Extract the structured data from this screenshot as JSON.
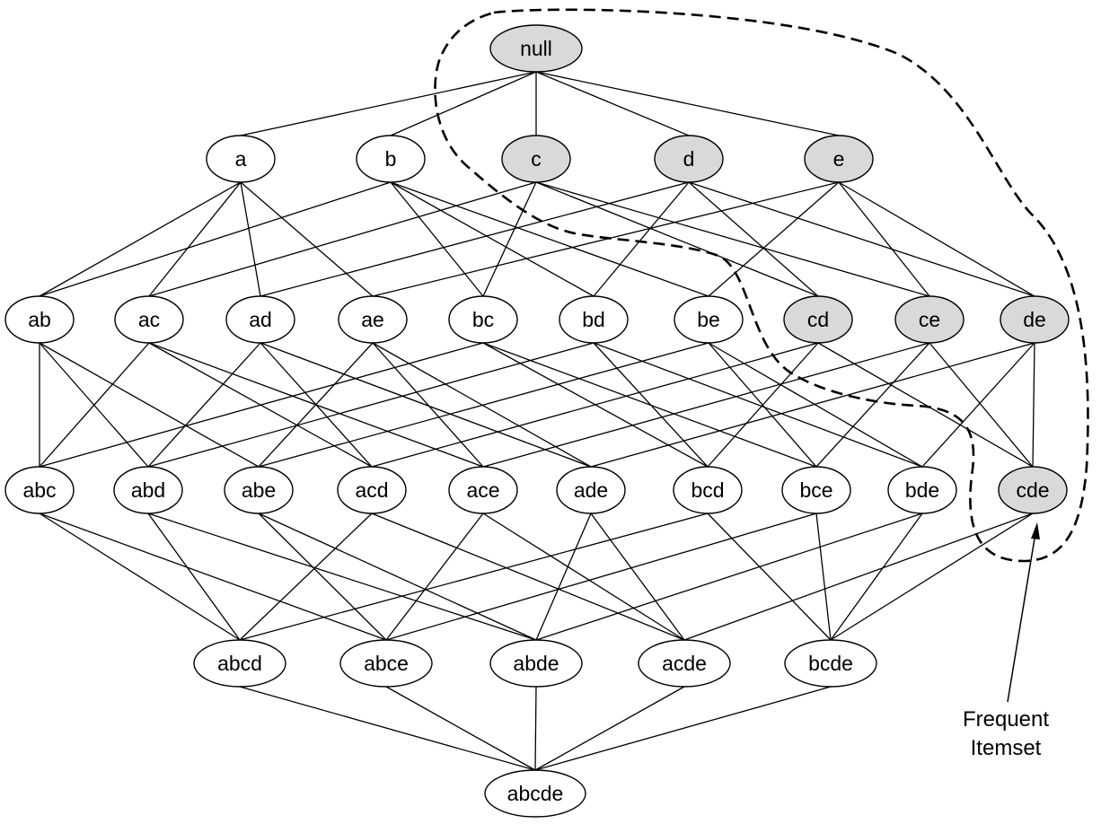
{
  "diagram": {
    "colors": {
      "frequent_fill": "#d9d9d9",
      "infrequent_fill": "#ffffff",
      "stroke": "#000000"
    },
    "nodes": [
      {
        "id": "null",
        "label": "null",
        "frequent": true
      },
      {
        "id": "a",
        "label": "a",
        "frequent": false
      },
      {
        "id": "b",
        "label": "b",
        "frequent": false
      },
      {
        "id": "c",
        "label": "c",
        "frequent": true
      },
      {
        "id": "d",
        "label": "d",
        "frequent": true
      },
      {
        "id": "e",
        "label": "e",
        "frequent": true
      },
      {
        "id": "ab",
        "label": "ab",
        "frequent": false
      },
      {
        "id": "ac",
        "label": "ac",
        "frequent": false
      },
      {
        "id": "ad",
        "label": "ad",
        "frequent": false
      },
      {
        "id": "ae",
        "label": "ae",
        "frequent": false
      },
      {
        "id": "bc",
        "label": "bc",
        "frequent": false
      },
      {
        "id": "bd",
        "label": "bd",
        "frequent": false
      },
      {
        "id": "be",
        "label": "be",
        "frequent": false
      },
      {
        "id": "cd",
        "label": "cd",
        "frequent": true
      },
      {
        "id": "ce",
        "label": "ce",
        "frequent": true
      },
      {
        "id": "de",
        "label": "de",
        "frequent": true
      },
      {
        "id": "abc",
        "label": "abc",
        "frequent": false
      },
      {
        "id": "abd",
        "label": "abd",
        "frequent": false
      },
      {
        "id": "abe",
        "label": "abe",
        "frequent": false
      },
      {
        "id": "acd",
        "label": "acd",
        "frequent": false
      },
      {
        "id": "ace",
        "label": "ace",
        "frequent": false
      },
      {
        "id": "ade",
        "label": "ade",
        "frequent": false
      },
      {
        "id": "bcd",
        "label": "bcd",
        "frequent": false
      },
      {
        "id": "bce",
        "label": "bce",
        "frequent": false
      },
      {
        "id": "bde",
        "label": "bde",
        "frequent": false
      },
      {
        "id": "cde",
        "label": "cde",
        "frequent": true
      },
      {
        "id": "abcd",
        "label": "abcd",
        "frequent": false
      },
      {
        "id": "abce",
        "label": "abce",
        "frequent": false
      },
      {
        "id": "abde",
        "label": "abde",
        "frequent": false
      },
      {
        "id": "acde",
        "label": "acde",
        "frequent": false
      },
      {
        "id": "bcde",
        "label": "bcde",
        "frequent": false
      },
      {
        "id": "abcde",
        "label": "abcde",
        "frequent": false
      }
    ],
    "edges": [
      [
        "null",
        "a"
      ],
      [
        "null",
        "b"
      ],
      [
        "null",
        "c"
      ],
      [
        "null",
        "d"
      ],
      [
        "null",
        "e"
      ],
      [
        "a",
        "ab"
      ],
      [
        "a",
        "ac"
      ],
      [
        "a",
        "ad"
      ],
      [
        "a",
        "ae"
      ],
      [
        "b",
        "ab"
      ],
      [
        "b",
        "bc"
      ],
      [
        "b",
        "bd"
      ],
      [
        "b",
        "be"
      ],
      [
        "c",
        "ac"
      ],
      [
        "c",
        "bc"
      ],
      [
        "c",
        "cd"
      ],
      [
        "c",
        "ce"
      ],
      [
        "d",
        "ad"
      ],
      [
        "d",
        "bd"
      ],
      [
        "d",
        "cd"
      ],
      [
        "d",
        "de"
      ],
      [
        "e",
        "ae"
      ],
      [
        "e",
        "be"
      ],
      [
        "e",
        "ce"
      ],
      [
        "e",
        "de"
      ],
      [
        "ab",
        "abc"
      ],
      [
        "ab",
        "abd"
      ],
      [
        "ab",
        "abe"
      ],
      [
        "ac",
        "abc"
      ],
      [
        "ac",
        "acd"
      ],
      [
        "ac",
        "ace"
      ],
      [
        "ad",
        "abd"
      ],
      [
        "ad",
        "acd"
      ],
      [
        "ad",
        "ade"
      ],
      [
        "ae",
        "abe"
      ],
      [
        "ae",
        "ace"
      ],
      [
        "ae",
        "ade"
      ],
      [
        "bc",
        "abc"
      ],
      [
        "bc",
        "bcd"
      ],
      [
        "bc",
        "bce"
      ],
      [
        "bd",
        "abd"
      ],
      [
        "bd",
        "bcd"
      ],
      [
        "bd",
        "bde"
      ],
      [
        "be",
        "abe"
      ],
      [
        "be",
        "bce"
      ],
      [
        "be",
        "bde"
      ],
      [
        "cd",
        "acd"
      ],
      [
        "cd",
        "bcd"
      ],
      [
        "cd",
        "cde"
      ],
      [
        "ce",
        "ace"
      ],
      [
        "ce",
        "bce"
      ],
      [
        "ce",
        "cde"
      ],
      [
        "de",
        "ade"
      ],
      [
        "de",
        "bde"
      ],
      [
        "de",
        "cde"
      ],
      [
        "abc",
        "abcd"
      ],
      [
        "abc",
        "abce"
      ],
      [
        "abd",
        "abcd"
      ],
      [
        "abd",
        "abde"
      ],
      [
        "abe",
        "abce"
      ],
      [
        "abe",
        "abde"
      ],
      [
        "acd",
        "abcd"
      ],
      [
        "acd",
        "acde"
      ],
      [
        "ace",
        "abce"
      ],
      [
        "ace",
        "acde"
      ],
      [
        "ade",
        "abde"
      ],
      [
        "ade",
        "acde"
      ],
      [
        "bcd",
        "abcd"
      ],
      [
        "bcd",
        "bcde"
      ],
      [
        "bce",
        "abce"
      ],
      [
        "bce",
        "bcde"
      ],
      [
        "bde",
        "abde"
      ],
      [
        "bde",
        "bcde"
      ],
      [
        "cde",
        "acde"
      ],
      [
        "cde",
        "bcde"
      ],
      [
        "abcd",
        "abcde"
      ],
      [
        "abce",
        "abcde"
      ],
      [
        "abde",
        "abcde"
      ],
      [
        "acde",
        "abcde"
      ],
      [
        "bcde",
        "abcde"
      ]
    ],
    "annotation": {
      "line1": "Frequent",
      "line2": "Itemset"
    }
  }
}
